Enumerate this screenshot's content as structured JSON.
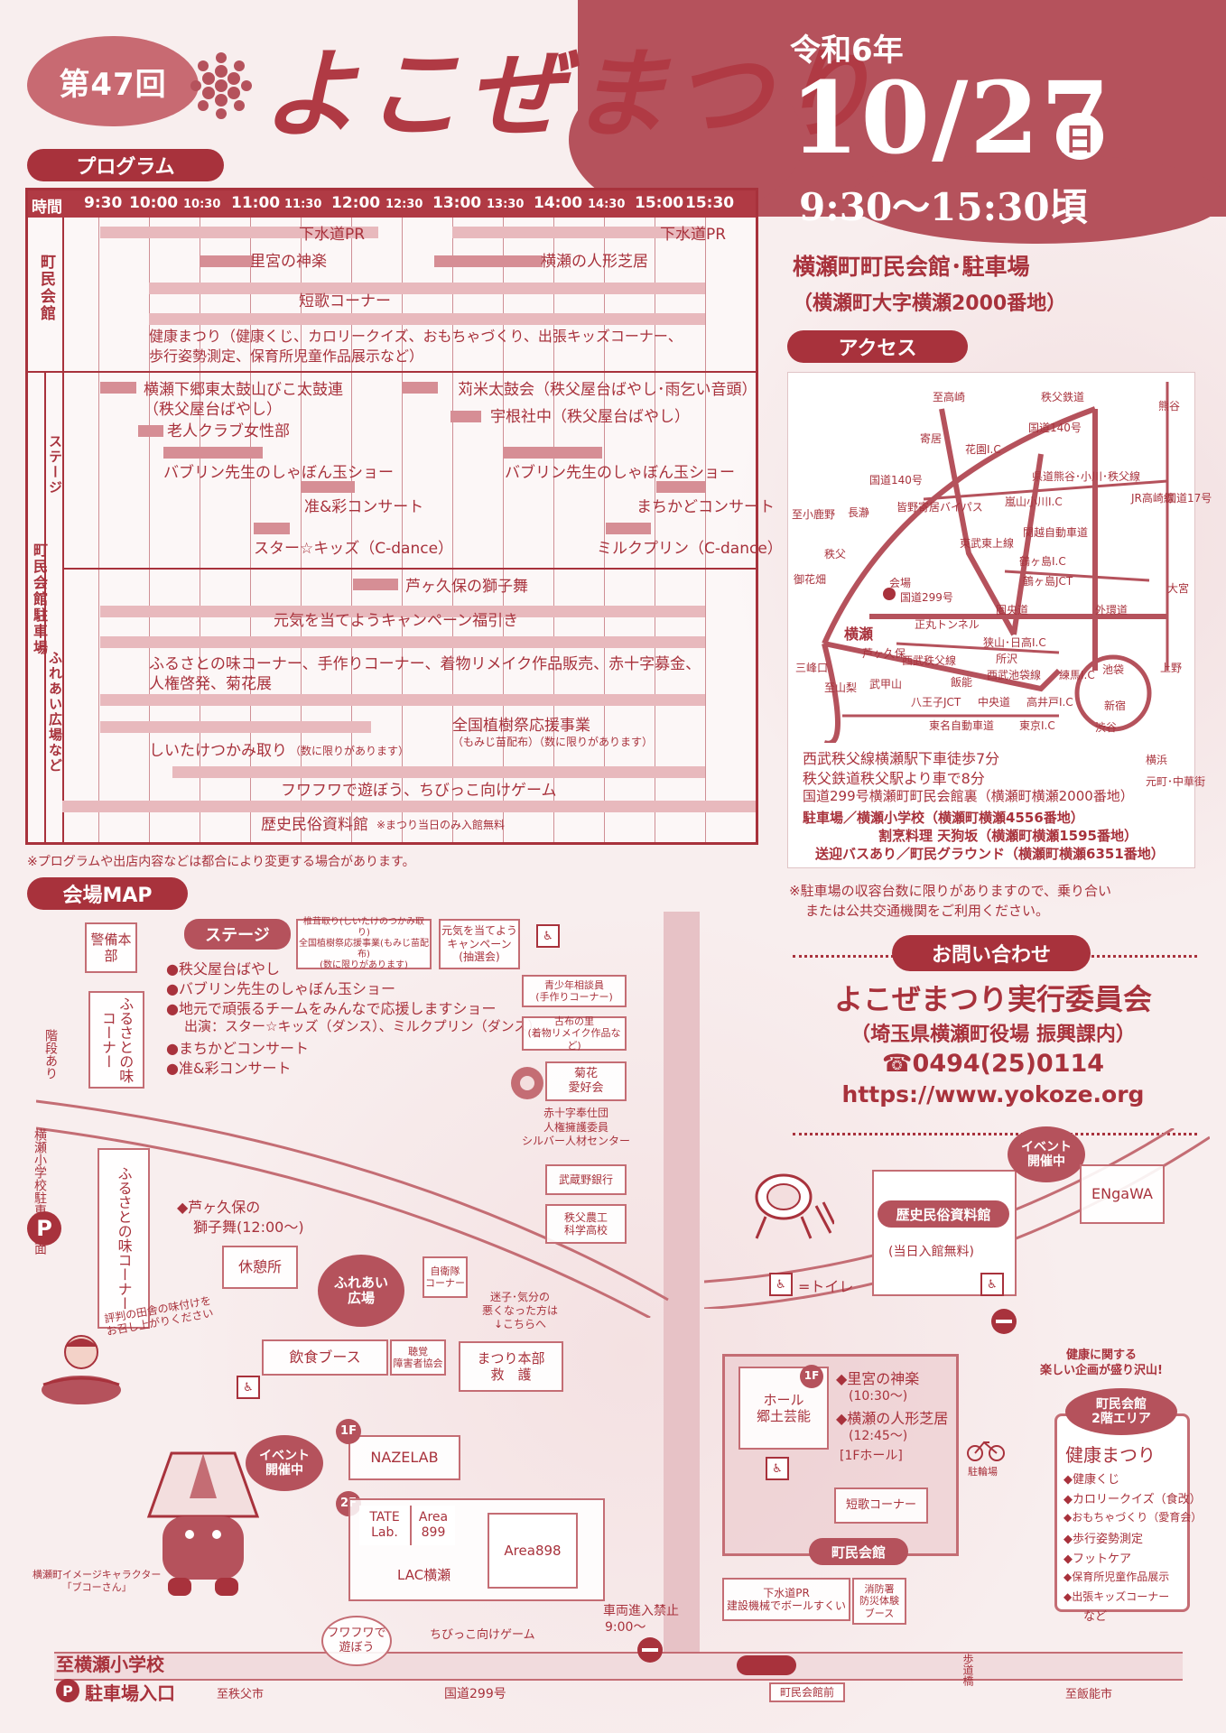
{
  "header": {
    "edition": "第47回",
    "title": "よこぜまつり",
    "era": "令和6年",
    "date": "10/27",
    "weekday": "日",
    "time": "9:30〜15:30頃"
  },
  "program": {
    "label": "プログラム",
    "time_header": "時間",
    "times": [
      "9:30",
      "10:00",
      "10:30",
      "11:00",
      "11:30",
      "12:00",
      "12:30",
      "13:00",
      "13:30",
      "14:00",
      "14:30",
      "15:00",
      "15:30"
    ],
    "sections": {
      "hall": "町民会館",
      "parking": "町民会館駐車場",
      "stage": "ステージ",
      "plaza": "ふれあい広場など"
    },
    "items": {
      "gesuido1": "下水道PR",
      "gesuido2": "下水道PR",
      "satomiya": "里宮の神楽",
      "ningyo": "横瀬の人形芝居",
      "tanka": "短歌コーナー",
      "kenko": "健康まつり（健康くじ、カロリークイズ、おもちゃづくり、出張キッズコーナー、",
      "kenko2": "歩行姿勢測定、保育所児童作品展示など）",
      "taiko1": "横瀬下郷東太鼓山びこ太鼓連",
      "taiko1b": "（秩父屋台ばやし）",
      "karimai": "苅米太鼓会（秩父屋台ばやし･雨乞い音頭）",
      "roujin": "老人クラブ女性部",
      "uneshachu": "宇根社中（秩父屋台ばやし）",
      "bubble1": "バブリン先生のしゃぼん玉ショー",
      "bubble2": "バブリン先生のしゃぼん玉ショー",
      "junaya": "准&彩コンサート",
      "machikado": "まちかどコンサート",
      "starkids": "スター☆キッズ（C-dance）",
      "milkpurin": "ミルクプリン（C-dance）",
      "shishimai": "芦ヶ久保の獅子舞",
      "genki": "元気を当てようキャンペーン福引き",
      "furusato": "ふるさとの味コーナー、手作りコーナー、着物リメイク作品販売、赤十字募金、",
      "furusato2": "人権啓発、菊花展",
      "shokuju": "全国植樹祭応援事業",
      "shokuju2": "（もみじ苗配布）（数に限りがあります）",
      "shiitake": "しいたけつかみ取り",
      "shiitake_note": "（数に限りがあります）",
      "fuwafuwa": "フワフワで遊ぼう、ちびっこ向けゲーム",
      "rekishi": "歴史民俗資料館",
      "rekishi_note": "※まつり当日のみ入館無料"
    },
    "note": "※プログラムや出店内容などは都合により変更する場合があります。"
  },
  "venue": {
    "name": "横瀬町町民会館･駐車場",
    "address": "（横瀬町大字横瀬2000番地）"
  },
  "access": {
    "label": "アクセス",
    "map_labels": {
      "takasaki": "至高崎",
      "chichibu_rail": "秩父鉄道",
      "kumagaya": "熊谷",
      "r140": "国道140号",
      "r140b": "国道140号",
      "yorii": "寄居",
      "hanazono": "花園I.C",
      "kenei": "県道熊谷･小川･秩父線",
      "minano": "皆野寄居バイパス",
      "nagatoro": "長瀞",
      "arashiyama": "嵐山小川I.C",
      "kanetsu": "関越自動車道",
      "jr_takasaki": "JR高崎線",
      "r17": "国道17号",
      "kotetsu": "至小鹿野",
      "chichibu": "秩父",
      "tobu_tojo": "東武東上線",
      "tsurugashima": "鶴ヶ島I.C",
      "tsurugashima_jct": "鶴ヶ島JCT",
      "omiya": "大宮",
      "ohanabatake": "御花畑",
      "kaijo": "会場",
      "r299": "国道299号",
      "kenodo": "圏央道",
      "gaikan": "外環道",
      "shomaru": "正丸トンネル",
      "yokoze": "横瀬",
      "sayama": "狭山･日高I.C",
      "ashigakubo": "芦ヶ久保",
      "seibu": "西武秩父線",
      "tokorozawa": "所沢",
      "seibu_ike": "西武池袋線",
      "nerima": "練馬I.C",
      "mitsumine": "三峰口",
      "hanno": "飯能",
      "ikebukuro": "池袋",
      "ueno": "上野",
      "musashi": "武甲山",
      "hachioji": "八王子JCT",
      "chuodo": "中央道",
      "takaido": "高井戸I.C",
      "shinjuku": "新宿",
      "shibuya": "渋谷",
      "tomei": "東名自動車道",
      "tokyo": "東京I.C",
      "yokohama": "横浜",
      "motomachi": "元町･中華街",
      "shizuoka": "至山梨"
    },
    "line1": "西武秩父線横瀬駅下車徒歩7分",
    "line2": "秩父鉄道秩父駅より車で8分",
    "line3": "国道299号横瀬町町民会館裏（横瀬町横瀬2000番地）",
    "line4": "駐車場／横瀬小学校（横瀬町横瀬4556番地）",
    "line5": "割烹料理 天狗坂（横瀬町横瀬1595番地）",
    "line6": "送迎バスあり／町民グラウンド（横瀬町横瀬6351番地）",
    "note1": "※駐車場の収容台数に限りがありますので、乗り合い",
    "note2": "または公共交通機関をご利用ください。"
  },
  "contact": {
    "label": "お問い合わせ",
    "org": "よこぜまつり実行委員会",
    "dept": "（埼玉県横瀬町役場 振興課内）",
    "tel": "☎0494(25)0114",
    "url": "https://www.yokoze.org"
  },
  "map": {
    "label": "会場MAP",
    "keibi": "警備本部",
    "stage_tag": "ステージ",
    "stage_items": [
      "●秩父屋台ばやし",
      "●バブリン先生のしゃぼん玉ショー",
      "●地元で頑張るチームをみんなで応援しますショー",
      "出演：スター☆キッズ（ダンス）、ミルクプリン（ダンス）",
      "●まちかどコンサート",
      "●准&彩コンサート"
    ],
    "shokuju_box": "椎茸取り(しいたけのつかみ取り)\n全国植樹祭応援事業(もみじ苗配布)\n(数に限りがあります)",
    "genki_box": "元気を当てよう\nキャンペーン\n(抽選会)",
    "furusato_corner": "ふるさとの味コーナー",
    "kaidan": "階段あり",
    "parking_dir": "横瀬小学校駐車場方面",
    "seishonen": "青少年相談員\n(手作りコーナー)",
    "kofuku": "古布の里\n(着物リメイク作品など)",
    "kikka": "菊花\n愛好会",
    "sekijuji": "赤十字奉仕団\n人権擁護委員\nシルバー人材センター",
    "musashino": "武蔵野銀行",
    "chichibu_nokou": "秩父農工\n科学高校",
    "furusato_corner2": "ふるさとの味コーナー",
    "shishimai": "◆芦ヶ久保の",
    "shishimai2": "獅子舞(12:00〜)",
    "kyukei": "休憩所",
    "fureai": "ふれあい\n広場",
    "jieitai": "自衛隊\nコーナー",
    "maigo": "迷子･気分の\n悪くなった方は\n↓こちらへ",
    "honbu": "まつり本部\n救　護",
    "inshoku": "飲食ブース",
    "chokaku": "聴覚\n障害者協会",
    "hyoban": "評判の田舎の味付けを\nお召し上がりください",
    "event1": "イベント\n開催中",
    "nazelab": "NAZELAB",
    "floor1": "1F",
    "floor2": "2F",
    "tate": "TATE\nLab.",
    "area899": "Area\n899",
    "area898": "Area898",
    "lac": "LAC横瀬",
    "fuwafuwa": "フワフワで\n遊ぼう",
    "chibikko": "ちびっこ向けゲーム",
    "character": "横瀬町イメージキャラクター\n「ブコーさん」",
    "toilet_legend": "=トイレ",
    "rekishi_box": "歴史民俗資料館",
    "rekishi_free": "(当日入館無料)",
    "engawa": "ENgaWA",
    "event2": "イベント\n開催中",
    "hall_f1": "1F",
    "hall": "ホール\n郷土芸能",
    "satomiya": "◆里宮の神楽",
    "satomiya_t": "(10:30〜)",
    "ningyo": "◆横瀬の人形芝居",
    "ningyo_t": "(12:45〜)",
    "hall_note": "[1Fホール]",
    "tanka": "短歌コーナー",
    "chomin": "町民会館",
    "gesuido": "下水道PR\n建設機械でボールすくい",
    "shobosho": "消防署\n防災体験\nブース",
    "churinjo": "駐輪場",
    "kenko_head": "健康に関する\n楽しい企画が盛り沢山!",
    "area2f": "町民会館\n2階エリア",
    "kenko_title": "健康まつり",
    "kenko_items": [
      "◆健康くじ",
      "◆カロリークイズ（食改）",
      "◆おもちゃづくり（愛育会）",
      "◆歩行姿勢測定",
      "◆フットケア",
      "◆保育所児童作品展示",
      "◆出張キッズコーナー",
      "など"
    ],
    "shaho": "車両進入禁止",
    "shaho_t": "9:00〜",
    "to_school": "至横瀬小学校",
    "parking_entry": "駐車場入口",
    "to_chichibu": "至秩父市",
    "r299": "国道299号",
    "chominmae": "町民会館前",
    "hodokyo": "歩道橋",
    "to_hanno": "至飯能市",
    "p_mark": "P"
  },
  "colors": {
    "primary": "#a8323c",
    "accent": "#b5525c",
    "bar": "#e8b9bd"
  }
}
